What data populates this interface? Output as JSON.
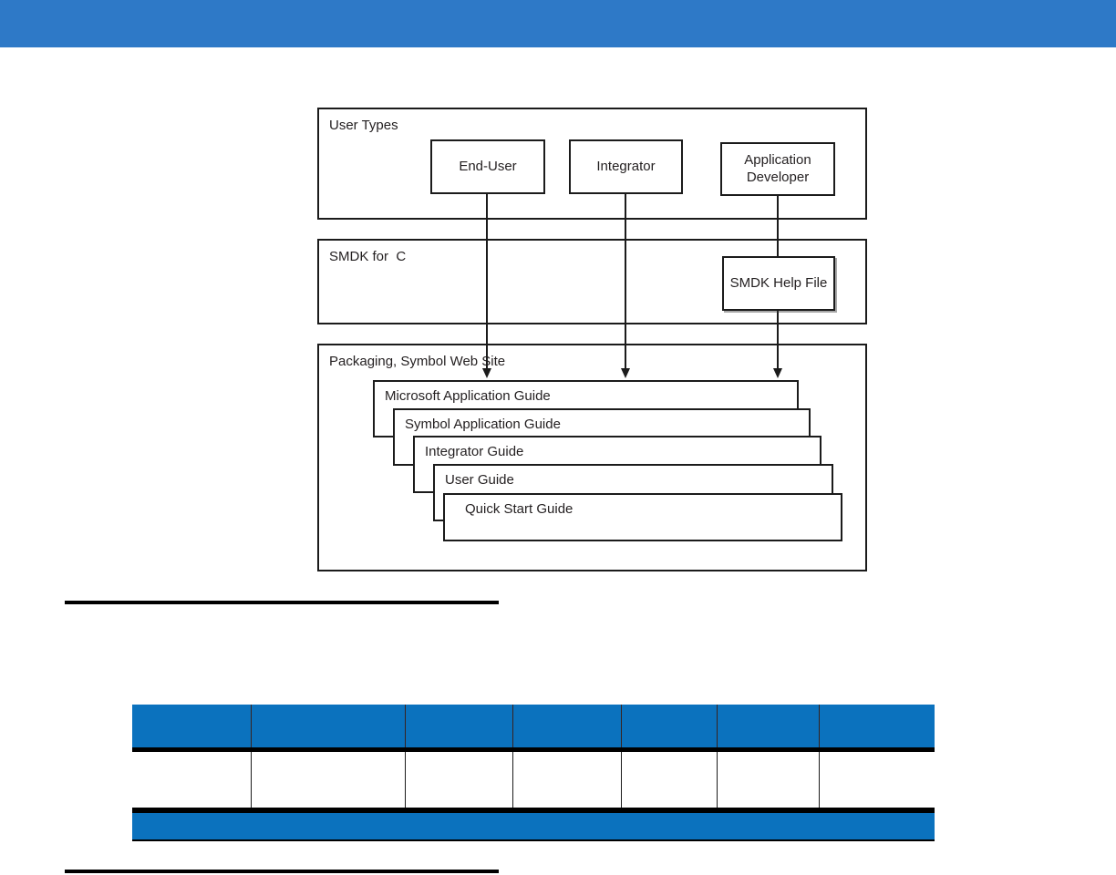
{
  "colors": {
    "header_bar": "#2E79C7",
    "table_accent": "#0B72BE",
    "line_color": "#1B1B1B"
  },
  "diagram": {
    "user_types": {
      "label": "User Types",
      "boxes": [
        {
          "label": "End-User"
        },
        {
          "label": "Integrator"
        },
        {
          "label": "Application Developer"
        }
      ]
    },
    "smdk": {
      "label": "SMDK for  C",
      "help_box_label": "SMDK Help File"
    },
    "packaging": {
      "label": "Packaging, Symbol Web Site",
      "guides": [
        "Microsoft Application Guide",
        "Symbol Application Guide",
        "Integrator Guide",
        "User Guide",
        "Quick Start Guide"
      ]
    }
  },
  "table": {
    "header_cells": [
      "",
      "",
      "",
      "",
      "",
      "",
      ""
    ],
    "body_cells": [
      "",
      "",
      "",
      "",
      "",
      "",
      ""
    ],
    "footer_text": ""
  }
}
